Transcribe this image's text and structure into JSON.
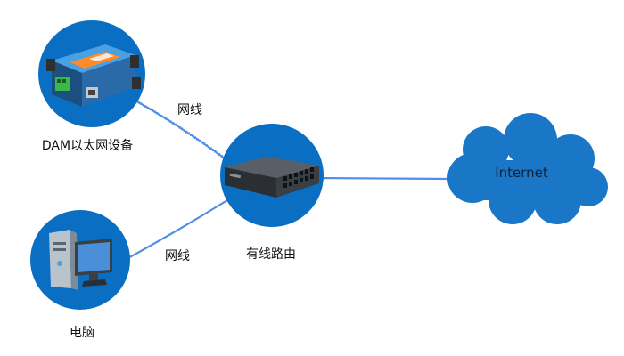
{
  "nodes": {
    "dam": {
      "label": "DAM以太网设备"
    },
    "router": {
      "label": "有线路由"
    },
    "pc": {
      "label": "电脑"
    },
    "internet": {
      "label": "Internet"
    }
  },
  "links": {
    "dam_router": {
      "label": "网线"
    },
    "pc_router": {
      "label": "网线"
    }
  },
  "colors": {
    "node_blue": "#0a6fc2",
    "cloud_blue": "#1a76c6",
    "link_blue": "#2b6fd6"
  }
}
